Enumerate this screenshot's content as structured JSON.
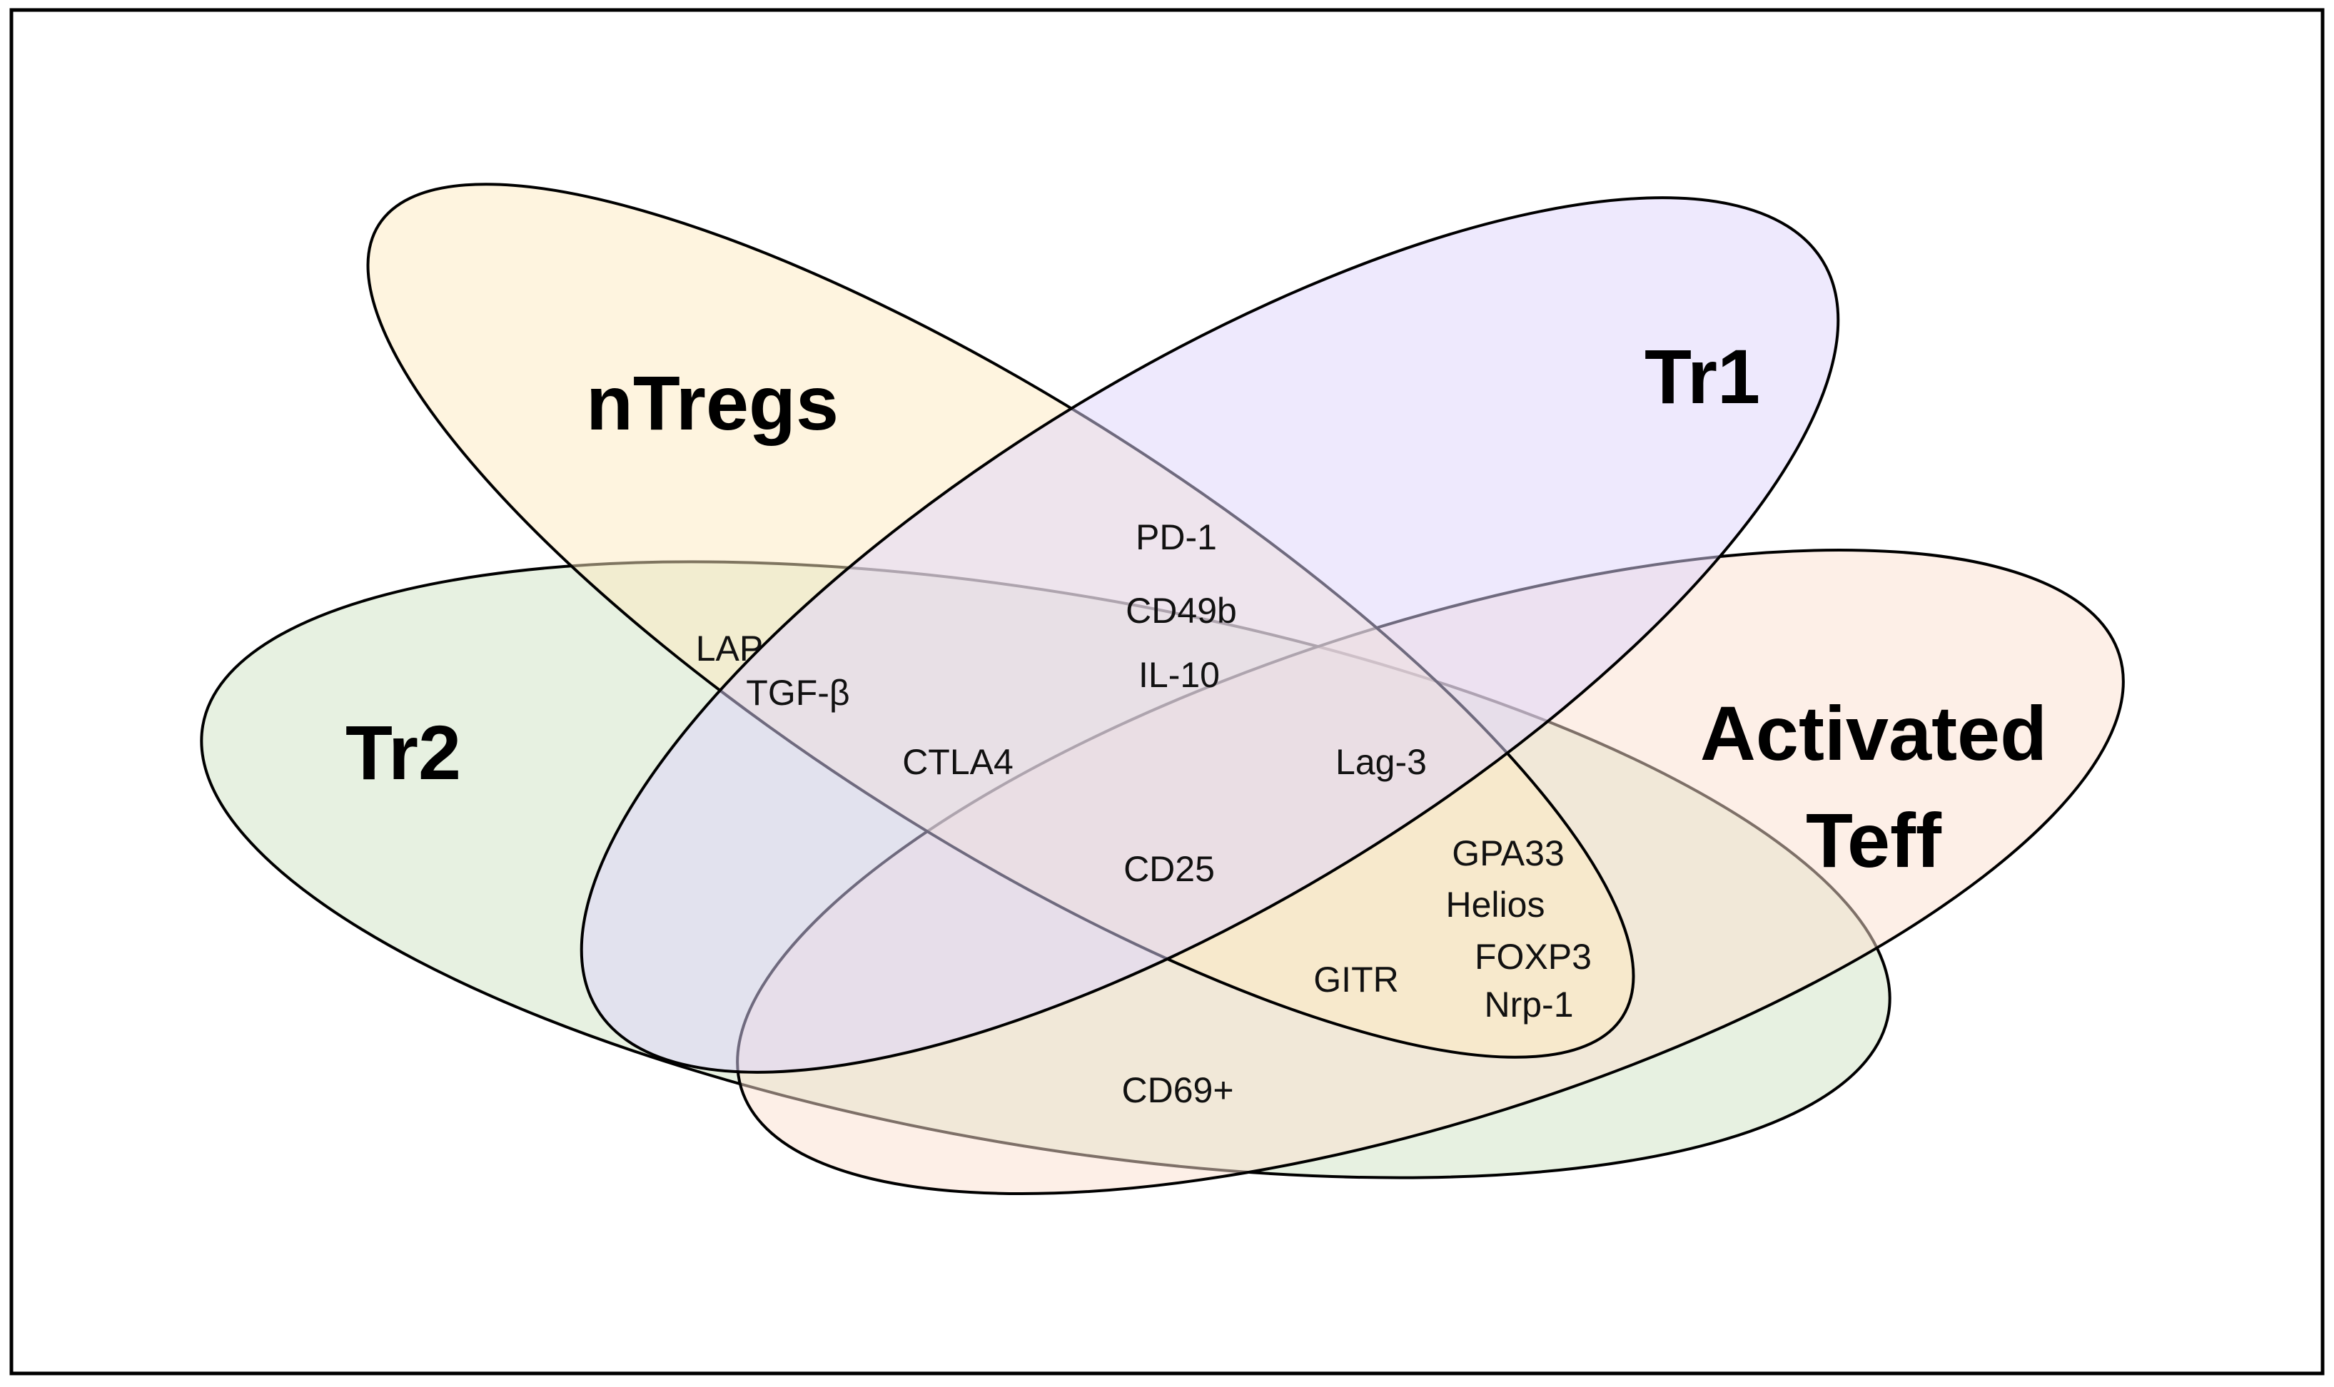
{
  "sets": [
    {
      "id": "ntregs",
      "label": "nTregs",
      "color": "#fdeabf"
    },
    {
      "id": "tr1",
      "label": "Tr1",
      "color": "#ddd3fb"
    },
    {
      "id": "tr2",
      "label": "Tr2",
      "color": "#cfe4c4"
    },
    {
      "id": "activated-teff",
      "label_line1": "Activated",
      "label_line2": "Teff",
      "color": "#fbdfcf"
    }
  ],
  "markers": {
    "lap": "LAP",
    "tgf_beta": "TGF-β",
    "pd1": "PD-1",
    "cd49b": "CD49b",
    "il10": "IL-10",
    "ctla4": "CTLA4",
    "lag3": "Lag-3",
    "cd25": "CD25",
    "gpa33": "GPA33",
    "helios": "Helios",
    "foxp3": "FOXP3",
    "nrp1": "Nrp-1",
    "gitr": "GITR",
    "cd69": "CD69+"
  }
}
